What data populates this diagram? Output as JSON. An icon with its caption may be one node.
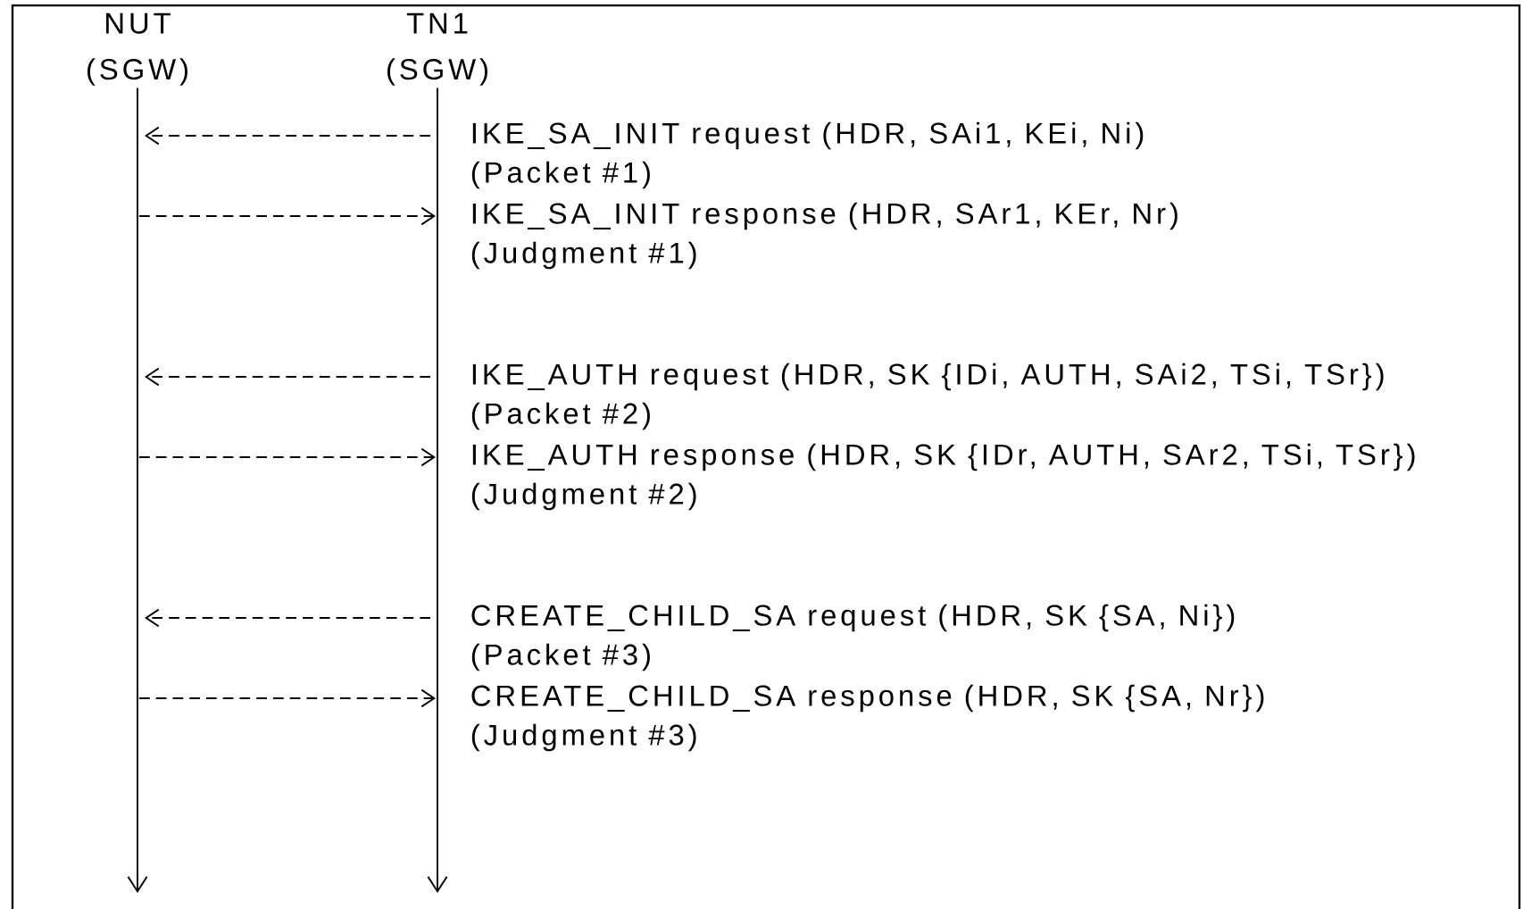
{
  "diagram": {
    "nodes": [
      {
        "text": [
          "NUT",
          "(SGW)"
        ]
      },
      {
        "text": [
          "TN1",
          "(SGW)"
        ]
      }
    ],
    "edges": [
      {
        "from": 1,
        "to": 0,
        "arrow": "to",
        "label": "IKE_SA_INIT request (HDR, SAi1, KEi, Ni)"
      },
      {
        "from": 0,
        "to": 1,
        "arrow": "to",
        "label": "IKE_SA_INIT response (HDR, SAr1, KEr, Nr)"
      },
      {
        "from": 1,
        "to": 0,
        "arrow": "to",
        "label": "IKE_AUTH request (HDR, SK {IDi, AUTH, SAi2, TSi, TSr})"
      },
      {
        "from": 0,
        "to": 1,
        "arrow": "to",
        "label": "IKE_AUTH response (HDR, SK {IDr, AUTH, SAr2, TSi, TSr})"
      },
      {
        "from": 1,
        "to": 0,
        "arrow": "to",
        "label": "CREATE_CHILD_SA request (HDR, SK {SA, Ni})"
      },
      {
        "from": 0,
        "to": 1,
        "arrow": "to",
        "label": "CREATE_CHILD_SA response (HDR, SK {SA, Nr})"
      }
    ],
    "labels": [
      "(Packet #1)",
      "(Judgment #1)",
      "(Packet #2)",
      "(Judgment #2)",
      "(Packet #3)",
      "(Judgment #3)"
    ]
  }
}
